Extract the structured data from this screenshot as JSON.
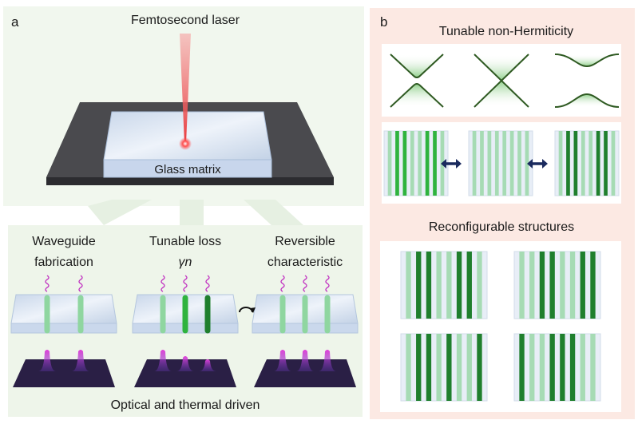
{
  "panel_a": {
    "label": "a",
    "laser_label": "Femtosecond laser",
    "glass_label": "Glass matrix",
    "steps": [
      {
        "line1": "Waveguide",
        "line2": "fabrication",
        "waveguides": 2
      },
      {
        "line1": "Tunable loss",
        "line2": "γn",
        "waveguides": 3
      },
      {
        "line1": "Reversible",
        "line2": "characteristic",
        "waveguides": 3
      }
    ],
    "footer": "Optical and thermal driven",
    "reversible_icon": "circular-arrow-icon"
  },
  "panel_b": {
    "label": "b",
    "title_top": "Tunable non-Hermiticity",
    "title_bottom": "Reconfigurable structures",
    "band_diagrams": [
      "gapped",
      "crossing",
      "wide-gap"
    ],
    "lattice_row": [
      [
        "l",
        "b",
        "b",
        "l",
        "l",
        "b",
        "b",
        "l"
      ],
      [
        "l",
        "l",
        "l",
        "l",
        "l",
        "l",
        "l",
        "l"
      ],
      [
        "l",
        "d",
        "d",
        "l",
        "l",
        "d",
        "d",
        "l"
      ]
    ],
    "reconfigurable": [
      [
        "l",
        "d",
        "d",
        "l",
        "l",
        "d",
        "d",
        "l"
      ],
      [
        "l",
        "l",
        "d",
        "d",
        "l",
        "l",
        "d",
        "d"
      ],
      [
        "l",
        "d",
        "d",
        "l",
        "d",
        "l",
        "l",
        "d"
      ],
      [
        "d",
        "l",
        "l",
        "d",
        "d",
        "d",
        "l",
        "l"
      ]
    ],
    "arrow_icon": "double-arrow-icon"
  },
  "colors": {
    "panel_a_bg": "#eef5ea",
    "panel_b_bg": "#fce6e0",
    "light_green": "#a6dbb4",
    "bright_green": "#2fb33e",
    "dark_green": "#1f7f2d",
    "laser": "#e8383b",
    "photon": "#c030c0",
    "base": "#2a1f45"
  }
}
